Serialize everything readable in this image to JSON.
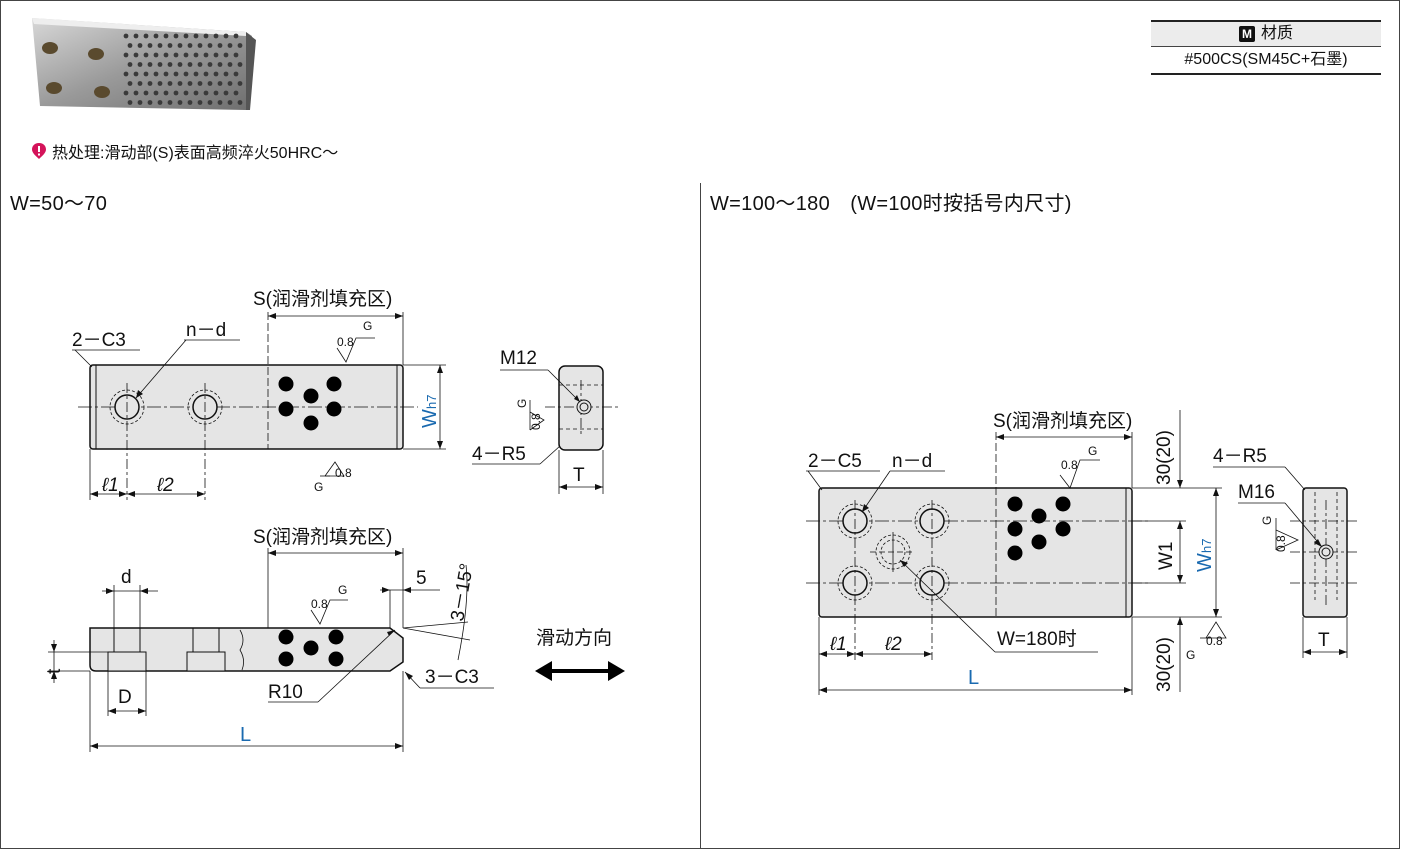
{
  "material": {
    "badge": "M",
    "header": "材质",
    "value": "#500CS(SM45C+石墨)"
  },
  "heat_treatment_note": "热处理:滑动部(S)表面高频淬火50HRC～",
  "left_view": {
    "heading": "W=50～70",
    "lube_area_top": "S(润滑剂填充区)",
    "lube_area_bottom": "S(润滑剂填充区)",
    "chamfer_top": "2－C3",
    "hole_label": "n－d",
    "roughness": "0.8",
    "grade": "G",
    "width_main": "W",
    "width_sub": "h7",
    "thread": "M12",
    "radius_corner": "4－R5",
    "thickness": "T",
    "l1": "ℓ1",
    "l2": "ℓ2",
    "d_top": "d",
    "counterbore_D": "D",
    "depth_t": "t",
    "offset_5": "5",
    "angle": "3－15°",
    "radius": "R10",
    "chamfer_bottom": "3－C3",
    "length": "L",
    "slide_direction": "滑动方向"
  },
  "right_view": {
    "heading": "W=100～180　(W=100时按括号内尺寸)",
    "lube_area": "S(润滑剂填充区)",
    "chamfer": "2－C5",
    "hole_label": "n－d",
    "roughness": "0.8",
    "grade": "G",
    "dim_30_top": "30(20)",
    "dim_30_bottom": "30(20)",
    "w1": "W1",
    "width_main": "W",
    "width_sub": "h7",
    "radius_corner": "4－R5",
    "thread": "M16",
    "thickness": "T",
    "l1": "ℓ1",
    "l2": "ℓ2",
    "w180_note": "W=180时",
    "length": "L"
  }
}
